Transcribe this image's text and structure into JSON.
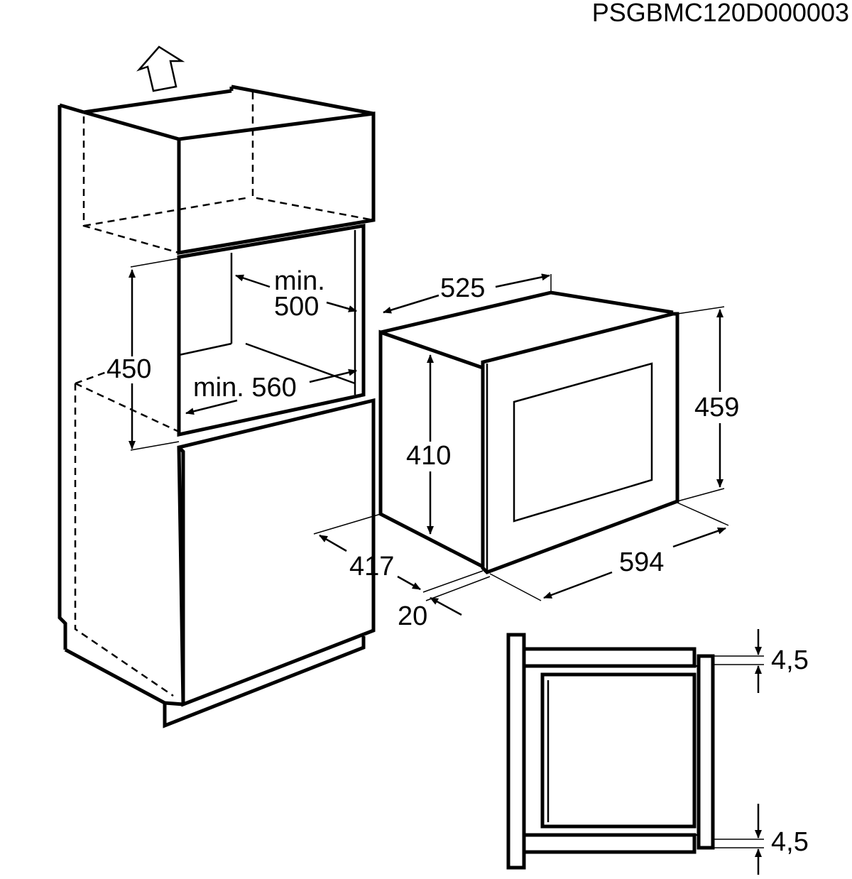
{
  "document_code": "PSGBMC120D000003",
  "labels": {
    "niche_depth": "min.",
    "niche_depth_value": "500",
    "niche_width": "min. 560",
    "niche_height": "450",
    "appliance_depth": "525",
    "appliance_body_height": "410",
    "appliance_front_height": "459",
    "appliance_width": "594",
    "appliance_body_depth": "417",
    "frame_depth": "20",
    "gap_top": "4,5",
    "gap_bottom": "4,5"
  },
  "icons": {
    "airflow": "up-arrow-icon"
  }
}
